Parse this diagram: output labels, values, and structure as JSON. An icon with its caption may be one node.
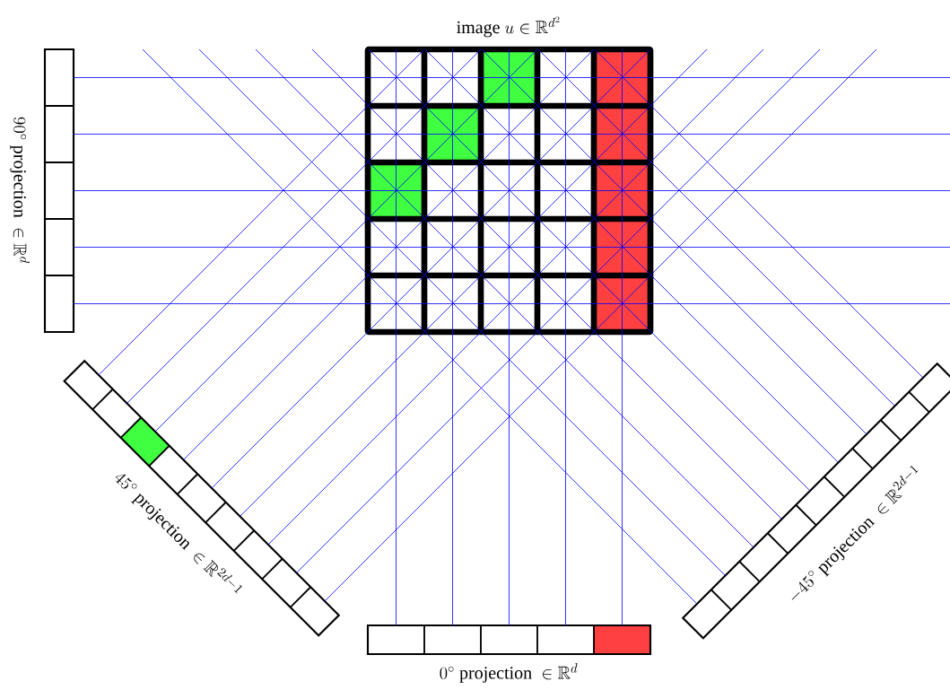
{
  "diagram": {
    "nodes": [
      {
        "text": [
          "\\text{image }u\\in\\mathbb{R}^{d^2}"
        ]
      },
      {
        "text": [
          "90^\\circ\\text{ projection }\\in\\mathbb{R}^d"
        ]
      },
      {
        "text": [
          "45^\\circ\\text{ projection }\\in\\mathbb{R}^{2d-1}"
        ]
      },
      {
        "text": [
          "-45^\\circ\\text{ projection }\\in\\mathbb{R}^{2d-1}"
        ]
      },
      {
        "text": [
          "0^\\circ\\text{ projection }\\in\\mathbb{R}^d"
        ]
      }
    ]
  }
}
